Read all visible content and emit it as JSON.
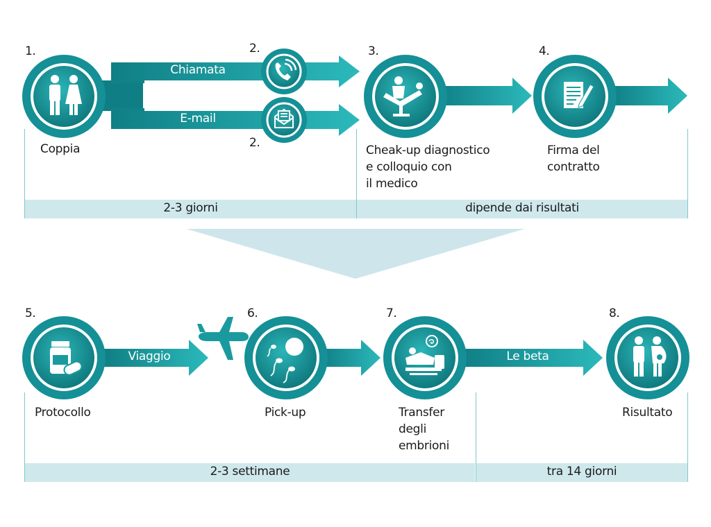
{
  "colors": {
    "teal": "#1a9a9e",
    "teal_dark": "#0f7a80",
    "teal_light": "#27b3b6",
    "band": "#cfe8ec",
    "line": "#7fc6cc",
    "text": "#1a1a1a"
  },
  "row1": {
    "steps": [
      {
        "number": "1.",
        "icon": "couple-icon",
        "caption": "Coppia"
      },
      {
        "number": "2.",
        "icon": "phone-icon",
        "caption": ""
      },
      {
        "number": "2.",
        "icon": "envelope-icon",
        "caption": ""
      },
      {
        "number": "3.",
        "icon": "medical-checkup-icon",
        "caption": "Cheak-up diagnostico\ne colloquio con\nil medico"
      },
      {
        "number": "4.",
        "icon": "contract-icon",
        "caption": "Firma del\ncontratto"
      }
    ],
    "arrow_labels": {
      "call": "Chiamata",
      "email": "E-mail"
    },
    "bands": [
      {
        "label": "2-3 giorni"
      },
      {
        "label": "dipende dai risultati"
      }
    ]
  },
  "row2": {
    "steps": [
      {
        "number": "5.",
        "icon": "medication-icon",
        "caption": "Protocollo"
      },
      {
        "number": "6.",
        "icon": "sperm-egg-icon",
        "caption": "Pick-up"
      },
      {
        "number": "7.",
        "icon": "embryo-transfer-icon",
        "caption": "Transfer\ndegli\nembrioni"
      },
      {
        "number": "8.",
        "icon": "pregnant-couple-icon",
        "caption": "Risultato"
      }
    ],
    "arrow_labels": {
      "travel": "Viaggio",
      "beta": "Le beta"
    },
    "airplane_icon": "airplane-icon",
    "bands": [
      {
        "label": "2-3 settimane"
      },
      {
        "label": "tra 14 giorni"
      }
    ]
  }
}
